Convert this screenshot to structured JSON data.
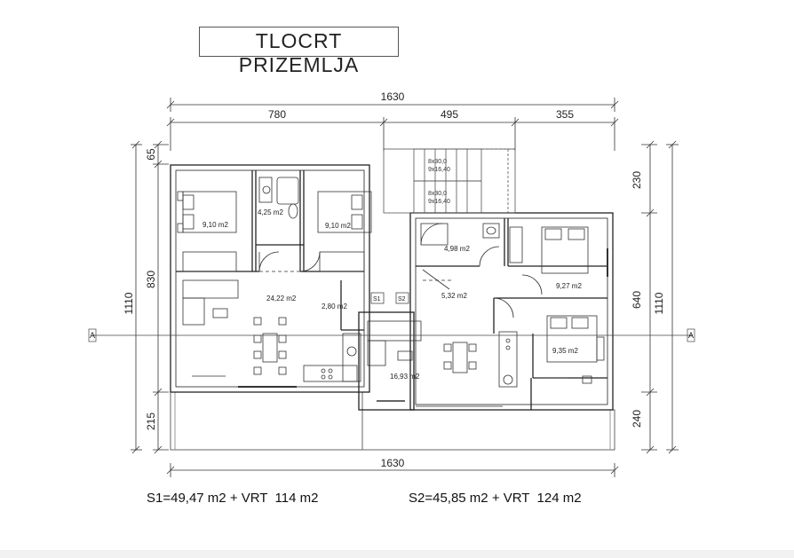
{
  "title": "TLOCRT PRIZEMLJA",
  "dimensions": {
    "top_total": "1630",
    "top_seg_1": "780",
    "top_seg_2": "495",
    "top_seg_3": "355",
    "bottom_total": "1630",
    "left_1": "65",
    "left_2": "830",
    "left_3": "215",
    "left_total": "1110",
    "right_1": "230",
    "right_2": "640",
    "right_3": "240",
    "right_total": "1110"
  },
  "rooms": {
    "bedroom_1": "9,10 m2",
    "bath_1": "4,25 m2",
    "bedroom_2": "9,10 m2",
    "living_1": "24,22 m2",
    "hall_1": "2,80 m2",
    "bath_2": "4,98 m2",
    "bedroom_3": "9,27 m2",
    "hall_2": "5,32 m2",
    "living_2": "16,93 m2",
    "bedroom_4": "9,35 m2"
  },
  "stairs": {
    "upper_1": "8x30,0",
    "upper_2": "9x16,40",
    "lower_1": "8x30,0",
    "lower_2": "9x16,40"
  },
  "markers": {
    "section_left": "A",
    "section_right": "A",
    "unit_1": "S1",
    "unit_2": "S2"
  },
  "summary": {
    "s1": "S1=49,47 m2 + VRT  114 m2",
    "s2": "S2=45,85 m2 + VRT  124 m2"
  }
}
